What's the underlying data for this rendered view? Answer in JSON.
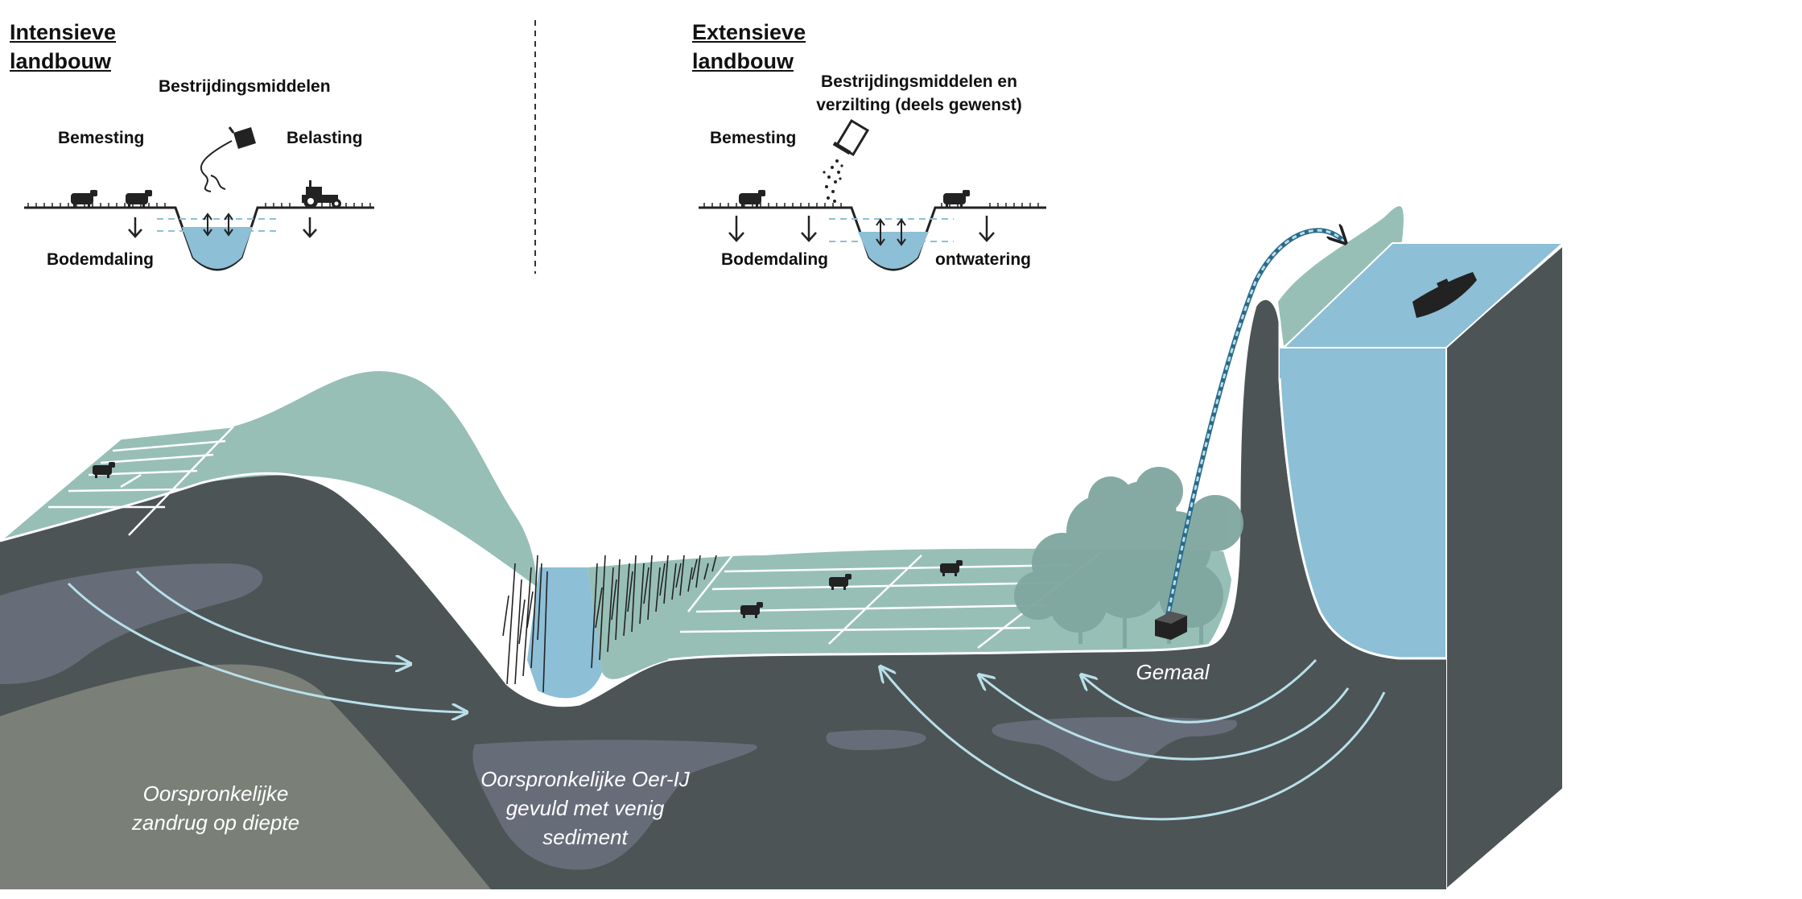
{
  "left_panel": {
    "title_line1": "Intensieve",
    "title_line2": "landbouw",
    "label_pesticides": "Bestrijdingsmiddelen",
    "label_fertilizing": "Bemesting",
    "label_load": "Belasting",
    "label_subsidence": "Bodemdaling"
  },
  "right_panel": {
    "title_line1": "Extensieve",
    "title_line2": "landbouw",
    "label_pesticides_line1": "Bestrijdingsmiddelen en",
    "label_pesticides_line2": "verzilting (deels gewenst)",
    "label_fertilizing": "Bemesting",
    "label_subsidence": "Bodemdaling",
    "label_drainage": "ontwatering"
  },
  "main": {
    "pumping_station": "Gemaal",
    "sand_ridge_line1": "Oorspronkelijke",
    "sand_ridge_line2": "zandrug op diepte",
    "oer_ij_line1": "Oorspronkelijke Oer-IJ",
    "oer_ij_line2": "gevuld met venig",
    "oer_ij_line3": "sediment"
  },
  "colors": {
    "ground_dark": "#4d5455",
    "surface_green": "#97bfb6",
    "water_blue": "#8dbfd6",
    "sand_grey": "#7a7f78",
    "peat_lens": "#6b7280",
    "flow_arrow": "#b9e0ea"
  }
}
